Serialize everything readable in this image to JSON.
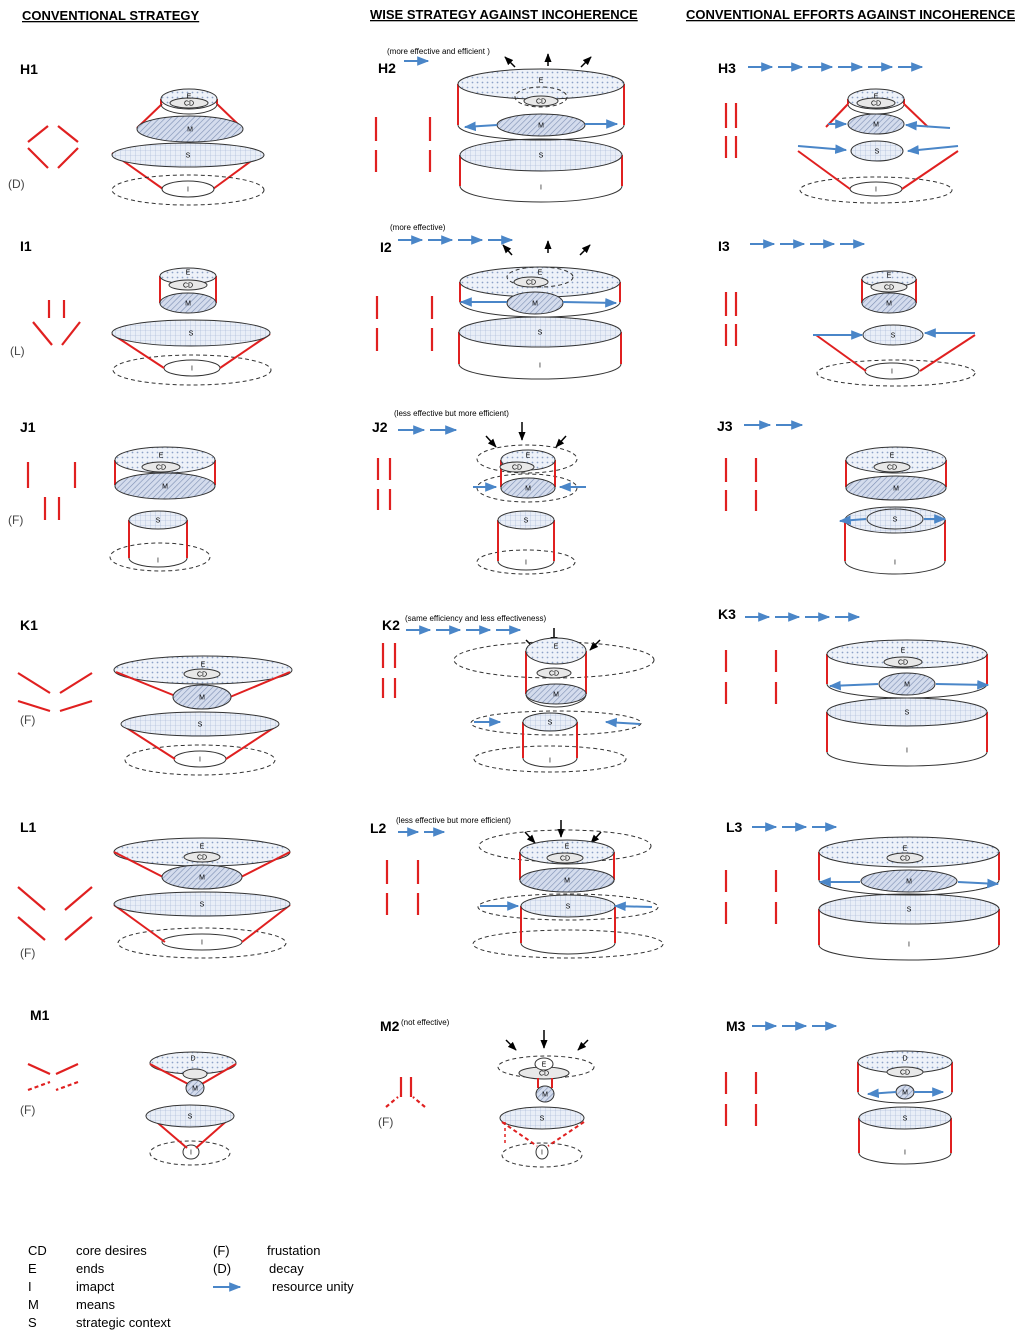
{
  "headers": [
    "CONVENTIONAL STRATEGY",
    "WISE STRATEGY AGAINST INCOHERENCE",
    "CONVENTIONAL EFFORTS AGAINST INCOHERENCE"
  ],
  "markers": {
    "E": "E",
    "CD": "CD",
    "M": "M",
    "S": "S",
    "I": "I",
    "D": "D"
  },
  "panels": {
    "H1": {
      "label": "H1",
      "paren": "(D)"
    },
    "H2": {
      "label": "H2",
      "note": "(more effective and efficient  )"
    },
    "H3": {
      "label": "H3"
    },
    "I1": {
      "label": "I1",
      "paren": "(L)"
    },
    "I2": {
      "label": "I2",
      "note": "(more effective)"
    },
    "I3": {
      "label": "I3"
    },
    "J1": {
      "label": "J1",
      "paren": "(F)"
    },
    "J2": {
      "label": "J2",
      "note": "(less effective but more efficient)"
    },
    "J3": {
      "label": "J3"
    },
    "K1": {
      "label": "K1",
      "paren": "(F)"
    },
    "K2": {
      "label": "K2",
      "note": "(same efficiency  and less effectiveness)"
    },
    "K3": {
      "label": "K3"
    },
    "L1": {
      "label": "L1",
      "paren": "(F)"
    },
    "L2": {
      "label": "L2",
      "note": "(less effective but more efficient)"
    },
    "L3": {
      "label": "L3"
    },
    "M1": {
      "label": "M1",
      "paren": "(F)"
    },
    "M2": {
      "label": "M2",
      "note": "(not effective)",
      "paren": "(F)"
    },
    "M3": {
      "label": "M3"
    }
  },
  "legend": [
    {
      "abbr": "CD",
      "text": "core desires"
    },
    {
      "abbr": "E",
      "text": "ends"
    },
    {
      "abbr": "I",
      "text": "imapct"
    },
    {
      "abbr": "M",
      "text": "means"
    },
    {
      "abbr": "S",
      "text": "strategic context"
    },
    {
      "abbr": "(F)",
      "text": "frustation"
    },
    {
      "abbr": "(D)",
      "text": "decay"
    },
    {
      "abbr": "",
      "text": "resource unity",
      "icon": "blue-arrow-icon"
    }
  ],
  "colors": {
    "red": "#e02020",
    "blue": "#4a86c8",
    "dots": "#c9d6ec",
    "mesh": "#a9b8d6",
    "hatch": "#9aa8c6",
    "fill": "#dfe6f3"
  }
}
